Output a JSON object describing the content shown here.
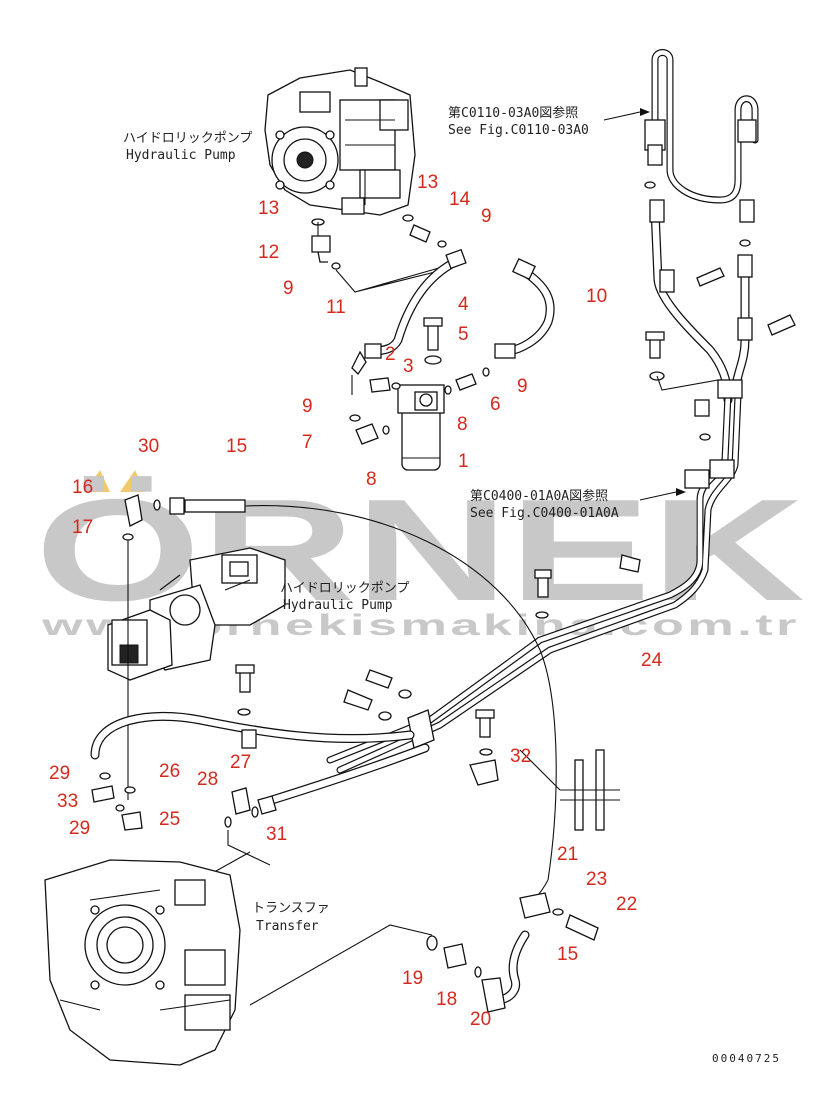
{
  "labels": {
    "pump_top_jp": "ハイドロリックポンプ",
    "pump_top_en": "Hydraulic Pump",
    "pump_mid_jp": "ハイドロリックポンプ",
    "pump_mid_en": "Hydraulic Pump",
    "transfer_jp": "トランスファ",
    "transfer_en": "Transfer",
    "ref1_jp": "第C0110-03A0図参照",
    "ref1_en": "See Fig.C0110-03A0",
    "ref2_jp": "第C0400-01A0A図参照",
    "ref2_en": "See Fig.C0400-01A0A"
  },
  "watermark": {
    "brand": "ÖRNEK",
    "url": "www.ornekismakina.com.tr"
  },
  "drawing_code": "00040725",
  "callouts": {
    "n1": "1",
    "n2": "2",
    "n3": "3",
    "n4": "4",
    "n5": "5",
    "n6": "6",
    "n7": "7",
    "n8a": "8",
    "n8b": "8",
    "n9a": "9",
    "n9b": "9",
    "n9c": "9",
    "n9d": "9",
    "n10": "10",
    "n11": "11",
    "n12": "12",
    "n13a": "13",
    "n13b": "13",
    "n14": "14",
    "n15a": "15",
    "n15b": "15",
    "n16": "16",
    "n17": "17",
    "n18": "18",
    "n19": "19",
    "n20": "20",
    "n21": "21",
    "n22": "22",
    "n23": "23",
    "n24": "24",
    "n25": "25",
    "n26": "26",
    "n27": "27",
    "n28": "28",
    "n29a": "29",
    "n29b": "29",
    "n30": "30",
    "n31": "31",
    "n32": "32",
    "n33": "33"
  },
  "colors": {
    "callout": "#d42a1e",
    "line": "#111111",
    "watermark": "#c8c8c8",
    "watermark_accent": "#f2c96a"
  }
}
